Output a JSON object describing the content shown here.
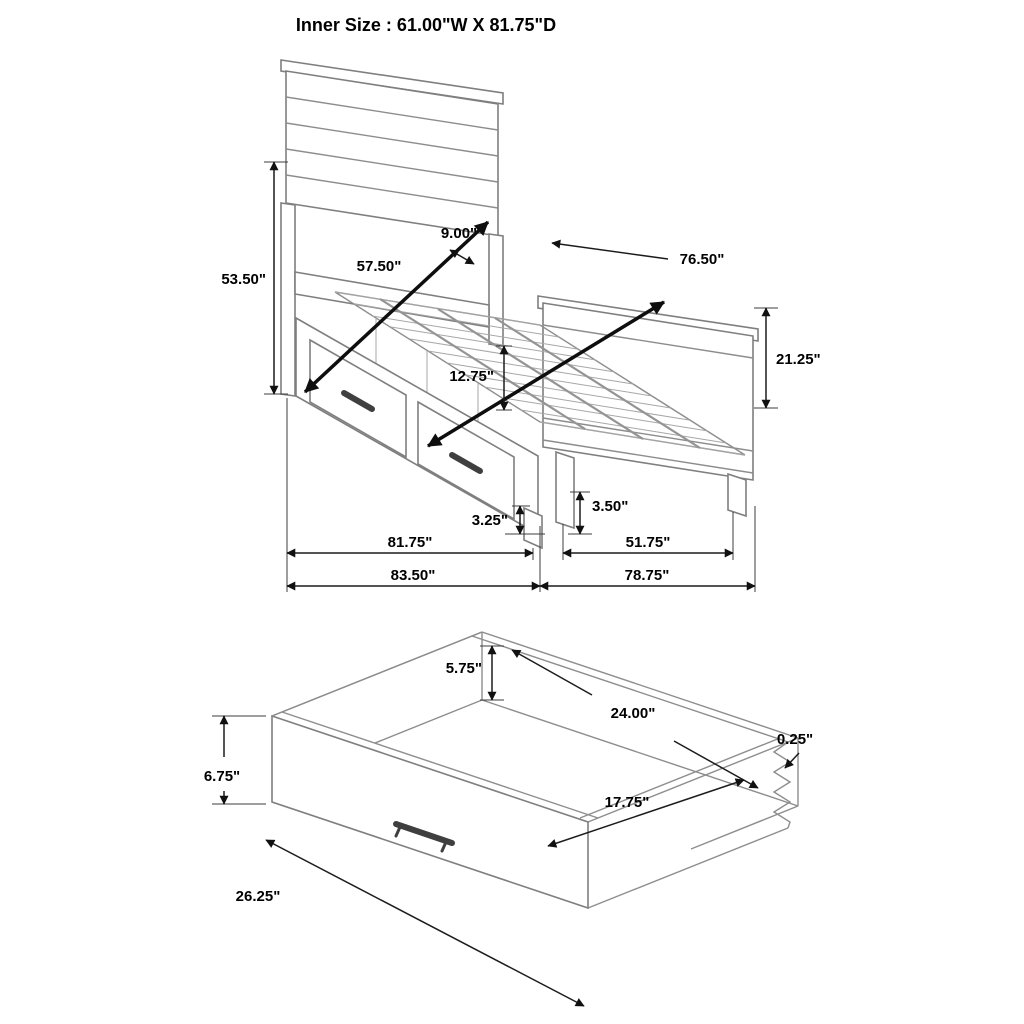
{
  "title": "Inner Size : 61.00\"W X 81.75\"D",
  "bed": {
    "slat_spacing": "9.00\"",
    "slat_span": "57.50\"",
    "rail_length": "76.50\"",
    "headboard_height": "53.50\"",
    "footboard_height": "21.25\"",
    "platform_height": "12.75\"",
    "clearance_front": "3.25\"",
    "clearance_foot": "3.50\"",
    "inner_depth": "81.75\"",
    "footboard_span": "51.75\"",
    "overall_depth": "83.50\"",
    "overall_width": "78.75\""
  },
  "drawer": {
    "back_height": "5.75\"",
    "side_depth": "24.00\"",
    "panel_thickness": "0.25\"",
    "inner_depth": "17.75\"",
    "front_height": "6.75\"",
    "front_width": "26.25\""
  }
}
